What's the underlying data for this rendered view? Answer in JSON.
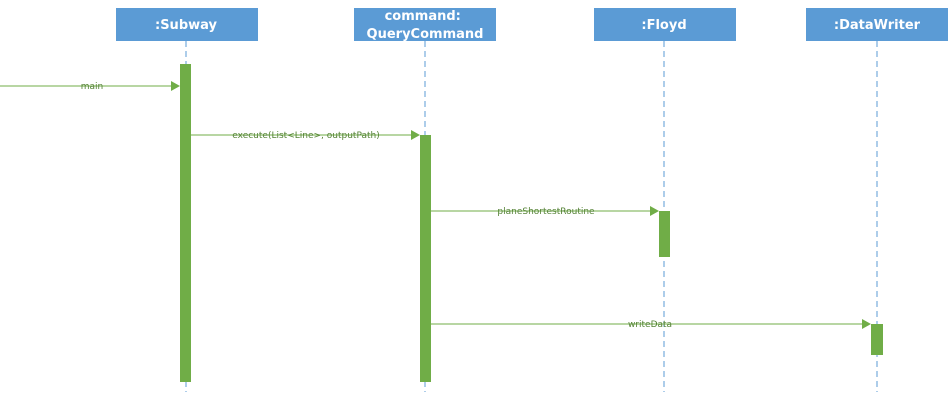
{
  "diagram": {
    "type": "sequence",
    "colors": {
      "participant_fill": "#5b9bd5",
      "participant_text": "#ffffff",
      "lifeline": "#5b9bd5",
      "activation": "#70ad47",
      "message": "#70ad47",
      "message_text": "#548235"
    },
    "participants": [
      {
        "id": "subway",
        "lines": [
          ":Subway"
        ]
      },
      {
        "id": "query_command",
        "lines": [
          "command:",
          "QueryCommand"
        ]
      },
      {
        "id": "floyd",
        "lines": [
          ":Floyd"
        ]
      },
      {
        "id": "data_writer",
        "lines": [
          ":DataWriter"
        ]
      }
    ],
    "messages": [
      {
        "id": "main",
        "from": "external",
        "to": "subway",
        "label": "main"
      },
      {
        "id": "execute",
        "from": "subway",
        "to": "query_command",
        "label": "execute(List<Line>, outputPath)"
      },
      {
        "id": "plane_shortest_routine",
        "from": "query_command",
        "to": "floyd",
        "label": "planeShortestRoutine"
      },
      {
        "id": "write_data",
        "from": "query_command",
        "to": "data_writer",
        "label": "writeData"
      }
    ]
  }
}
